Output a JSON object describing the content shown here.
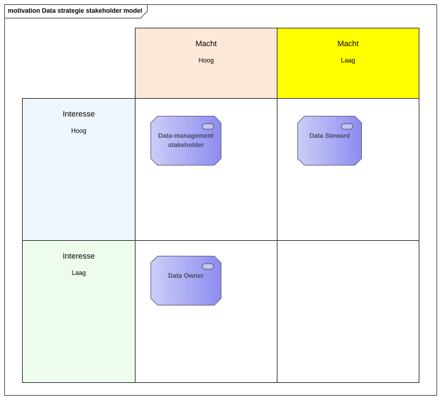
{
  "diagram": {
    "title": "motivation Data strategie stakeholder model"
  },
  "columns": [
    {
      "title": "Macht",
      "subtitle": "Hoog",
      "color": "#fbe8d6"
    },
    {
      "title": "Macht",
      "subtitle": "Laag",
      "color": "#ffff00"
    }
  ],
  "rows": [
    {
      "title": "Interesse",
      "subtitle": "Hoog",
      "color": "#eef6fe"
    },
    {
      "title": "Interesse",
      "subtitle": "Laag",
      "color": "#eefcee"
    }
  ],
  "stakeholders": [
    {
      "label": "Data-management stakeholder",
      "quadrant": "power-high-interest-high"
    },
    {
      "label": "Data Steward",
      "quadrant": "power-low-interest-high"
    },
    {
      "label": "Data Owner",
      "quadrant": "power-high-interest-low"
    }
  ],
  "colors": {
    "stakeholder_fill_start": "#c9c9f7",
    "stakeholder_fill_end": "#8f8ff0",
    "stakeholder_border": "#6a6a8e",
    "grid_border": "#3a3a3a"
  },
  "icons": {
    "stakeholder": "stakeholder-icon"
  }
}
